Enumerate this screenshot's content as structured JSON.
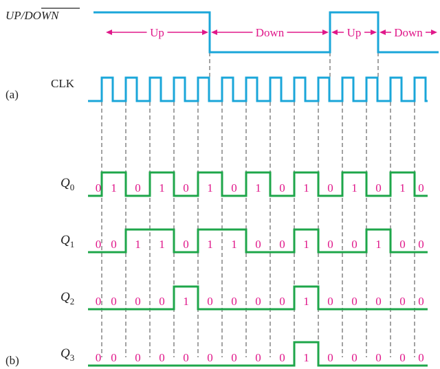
{
  "labels": {
    "updown_signal": "UP/DOWN",
    "updown_signal_up": "UP/",
    "updown_signal_down": "DOWN",
    "clk": "CLK",
    "part_a": "(a)",
    "part_b": "(b)",
    "q0_main": "Q",
    "q0_sub": "0",
    "q1_main": "Q",
    "q1_sub": "1",
    "q2_main": "Q",
    "q2_sub": "2",
    "q3_main": "Q",
    "q3_sub": "3"
  },
  "phases": [
    {
      "label": "Up"
    },
    {
      "label": "Down"
    },
    {
      "label": "Up"
    },
    {
      "label": "Down"
    }
  ],
  "updown_levels": [
    1,
    0,
    1,
    0
  ],
  "updown_switch_clocks": [
    4,
    9,
    11
  ],
  "clock_pulses": 14,
  "states": {
    "Q0": [
      0,
      1,
      0,
      1,
      0,
      1,
      0,
      1,
      0,
      1,
      0,
      1,
      0,
      1,
      0
    ],
    "Q1": [
      0,
      0,
      1,
      1,
      0,
      1,
      1,
      0,
      0,
      1,
      0,
      0,
      1,
      0,
      0
    ],
    "Q2": [
      0,
      0,
      0,
      0,
      1,
      0,
      0,
      0,
      0,
      1,
      0,
      0,
      0,
      0,
      0
    ],
    "Q3": [
      0,
      0,
      0,
      0,
      0,
      0,
      0,
      0,
      0,
      1,
      0,
      0,
      0,
      0,
      0
    ]
  },
  "colors": {
    "clock": "#1aa6d9",
    "updown": "#1aa6d9",
    "counter": "#1ea64a",
    "digits": "#e0188a",
    "arrows": "#e0188a",
    "text": "#222222",
    "dashes": "#333333"
  }
}
